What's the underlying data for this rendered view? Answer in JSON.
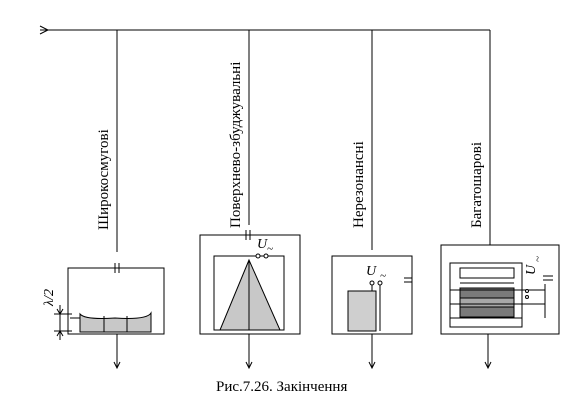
{
  "diagram": {
    "categories": [
      {
        "label": "Широкосмугові"
      },
      {
        "label": "Поверхнево-збуджувальні"
      },
      {
        "label": "Нерезонансні"
      },
      {
        "label": "Багатошарові"
      }
    ],
    "dimension_label": "λ/2",
    "voltage_symbol": "U",
    "voltage_tilde": "~",
    "caption": "Рис.7.26. Закінчення"
  }
}
